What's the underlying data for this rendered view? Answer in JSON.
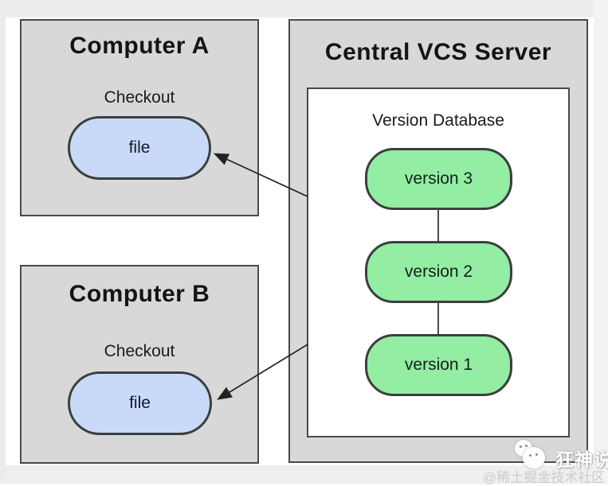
{
  "diagram": {
    "computer_a": {
      "title": "Computer A",
      "action_label": "Checkout",
      "file_label": "file"
    },
    "computer_b": {
      "title": "Computer B",
      "action_label": "Checkout",
      "file_label": "file"
    },
    "server": {
      "title": "Central VCS Server",
      "database": {
        "title": "Version Database",
        "versions": [
          "version 3",
          "version 2",
          "version 1"
        ]
      }
    },
    "arrows": [
      {
        "name": "server-to-computer-a-file",
        "direction": "from version database to file on Computer A"
      },
      {
        "name": "server-to-computer-b-file",
        "direction": "from version database to file on Computer B"
      }
    ]
  },
  "watermark": {
    "brand": "狂神说",
    "credit": "@稀土掘金技术社区",
    "logo": "chat-bubbles-icon"
  },
  "colors": {
    "box_fill": "#d8d8d8",
    "box_border": "#4a4a4a",
    "inner_box_fill": "#ffffff",
    "file_node_fill": "#c9daf8",
    "version_node_fill": "#93eda3",
    "node_border": "#3a3f3e",
    "arrow": "#222222",
    "text": "#161616",
    "letterbox": "#ededed"
  }
}
